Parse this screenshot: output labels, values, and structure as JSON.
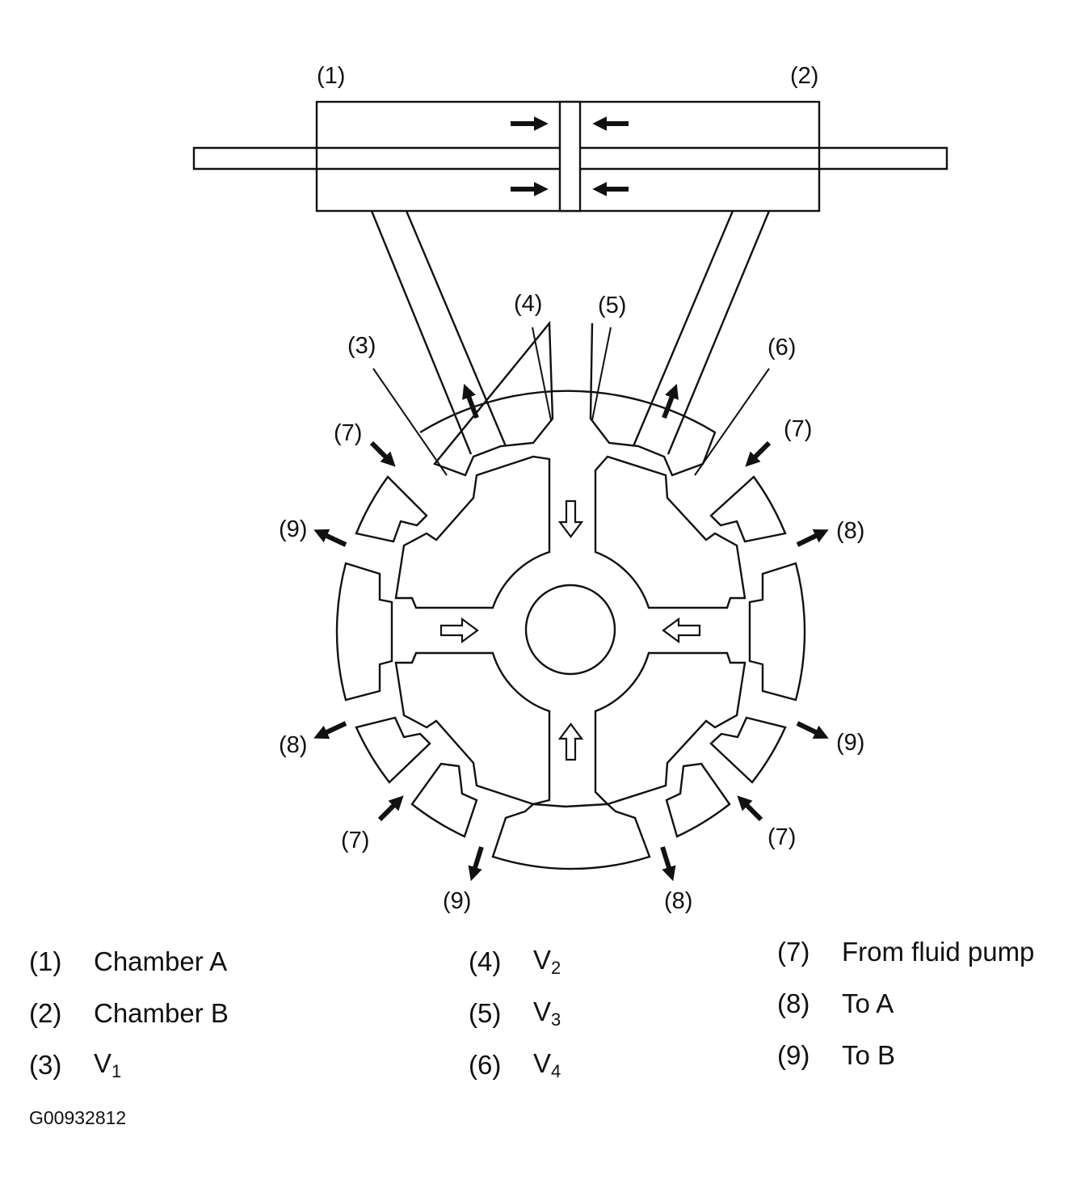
{
  "diagram": {
    "labels": {
      "chamber_a": "(1)",
      "chamber_b": "(2)",
      "v1": "(3)",
      "v2": "(4)",
      "v3": "(5)",
      "v4": "(6)",
      "from_pump": "(7)",
      "to_a": "(8)",
      "to_b": "(9)"
    }
  },
  "legend": {
    "items": [
      {
        "num": "(1)",
        "text": "Chamber A"
      },
      {
        "num": "(2)",
        "text": "Chamber B"
      },
      {
        "num": "(3)",
        "text": "V",
        "sub": "1"
      },
      {
        "num": "(4)",
        "text": "V",
        "sub": "2"
      },
      {
        "num": "(5)",
        "text": "V",
        "sub": "3"
      },
      {
        "num": "(6)",
        "text": "V",
        "sub": "4"
      },
      {
        "num": "(7)",
        "text": "From fluid pump"
      },
      {
        "num": "(8)",
        "text": "To A"
      },
      {
        "num": "(9)",
        "text": "To B"
      }
    ]
  },
  "figure_code": "G00932812"
}
